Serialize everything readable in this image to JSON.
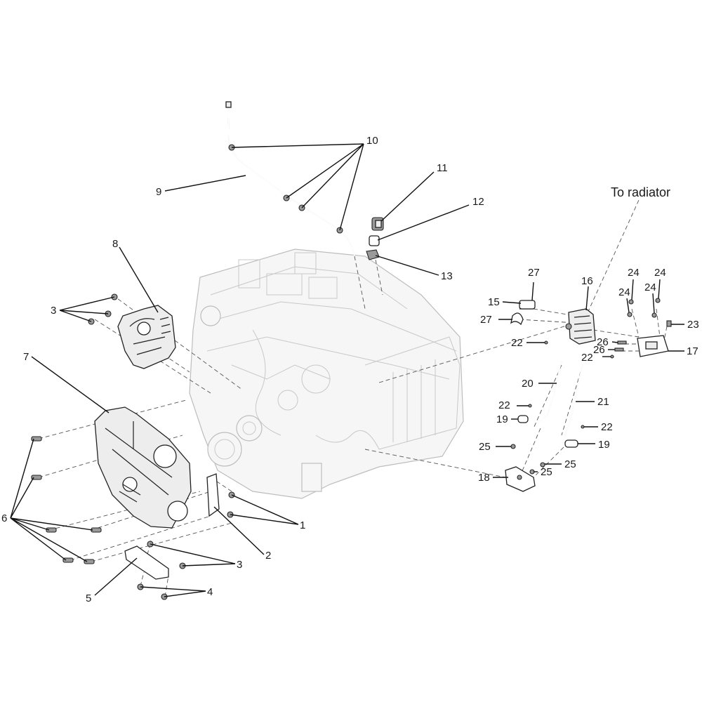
{
  "note": {
    "radiator": "To radiator"
  },
  "callouts": [
    {
      "id": "c1",
      "text": "1"
    },
    {
      "id": "c2",
      "text": "2"
    },
    {
      "id": "c3a",
      "text": "3"
    },
    {
      "id": "c3b",
      "text": "3"
    },
    {
      "id": "c4",
      "text": "4"
    },
    {
      "id": "c5",
      "text": "5"
    },
    {
      "id": "c6",
      "text": "6"
    },
    {
      "id": "c7",
      "text": "7"
    },
    {
      "id": "c8",
      "text": "8"
    },
    {
      "id": "c9",
      "text": "9"
    },
    {
      "id": "c10",
      "text": "10"
    },
    {
      "id": "c11",
      "text": "11"
    },
    {
      "id": "c12",
      "text": "12"
    },
    {
      "id": "c13",
      "text": "13"
    },
    {
      "id": "c15",
      "text": "15"
    },
    {
      "id": "c16",
      "text": "16"
    },
    {
      "id": "c17",
      "text": "17"
    },
    {
      "id": "c18",
      "text": "18"
    },
    {
      "id": "c19a",
      "text": "19"
    },
    {
      "id": "c19b",
      "text": "19"
    },
    {
      "id": "c20",
      "text": "20"
    },
    {
      "id": "c21",
      "text": "21"
    },
    {
      "id": "c22a",
      "text": "22"
    },
    {
      "id": "c22b",
      "text": "22"
    },
    {
      "id": "c22c",
      "text": "22"
    },
    {
      "id": "c22d",
      "text": "22"
    },
    {
      "id": "c23",
      "text": "23"
    },
    {
      "id": "c24a",
      "text": "24"
    },
    {
      "id": "c24b",
      "text": "24"
    },
    {
      "id": "c24c",
      "text": "24"
    },
    {
      "id": "c24d",
      "text": "24"
    },
    {
      "id": "c25a",
      "text": "25"
    },
    {
      "id": "c25b",
      "text": "25"
    },
    {
      "id": "c25c",
      "text": "25"
    },
    {
      "id": "c26a",
      "text": "26"
    },
    {
      "id": "c26b",
      "text": "26"
    },
    {
      "id": "c27a",
      "text": "27"
    },
    {
      "id": "c27b",
      "text": "27"
    }
  ]
}
